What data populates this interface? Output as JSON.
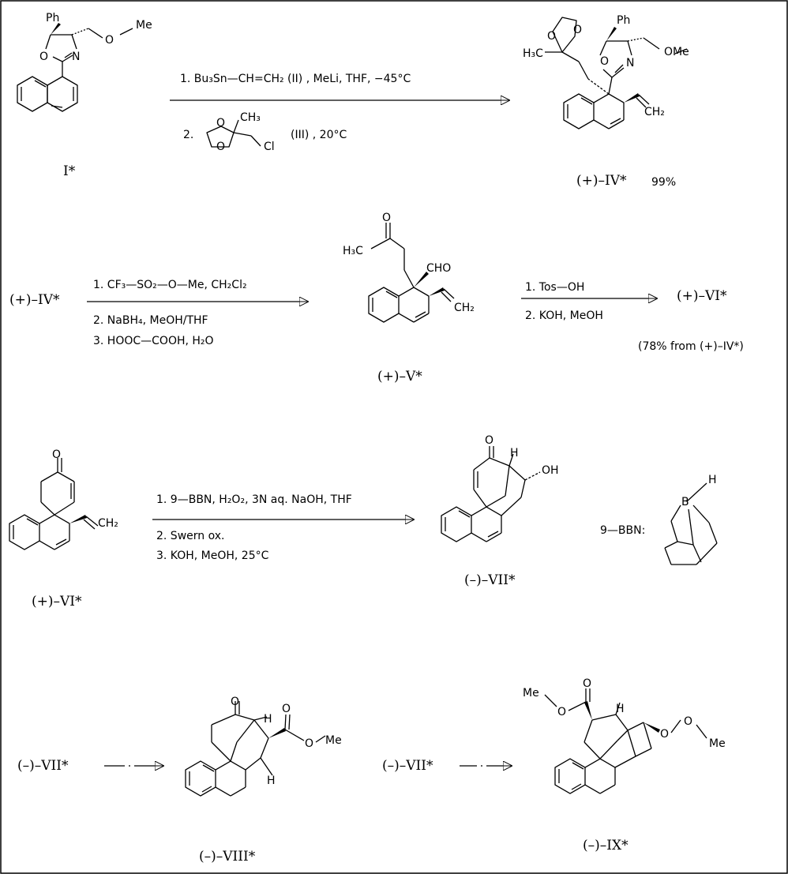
{
  "compounds": {
    "I": "I*",
    "IV": "(+)–IV*",
    "IV_yield": "99%",
    "IV_ref": "(+)–IV*",
    "V": "(+)–V*",
    "VI": "(+)–VI*",
    "VI_yield": "(78% from (+)–IV*)",
    "VI_start": "(+)–VI*",
    "VII": "(–)–VII*",
    "VII_a": "(–)–VII*",
    "VII_b": "(–)–VII*",
    "VIII": "(–)–VIII*",
    "IX": "(–)–IX*"
  },
  "reaction1": {
    "step1": "1. Bu₃Sn—CH=CH₂  (II) , MeLi,  THF,  −45°C",
    "step2_prefix": "2.",
    "step2_suffix": "(III)  ,  20°C"
  },
  "reaction2": {
    "step1": "1. CF₃—SO₂—O—Me,  CH₂Cl₂",
    "step2": "2. NaBH₄,  MeOH/THF",
    "step3": "3. HOOC—COOH,  H₂O"
  },
  "reaction3": {
    "step1": "1. Tos—OH",
    "step2": "2. KOH,  MeOH"
  },
  "reaction4": {
    "step1": "1. 9—BBN, H₂O₂,  3N aq. NaOH,  THF",
    "step2": "2. Swern ox.",
    "step3": "3. KOH, MeOH,    25°C"
  },
  "reagent_label": "9—BBN:",
  "atoms": {
    "Ph": "Ph",
    "O": "O",
    "N": "N",
    "Me": "Me",
    "OMe": "OMe",
    "H3C": "H₃C",
    "CH3": "CH₃",
    "Cl": "Cl",
    "CH2": "CH₂",
    "CHO": "CHO",
    "OH": "OH",
    "H": "H",
    "B": "B"
  }
}
